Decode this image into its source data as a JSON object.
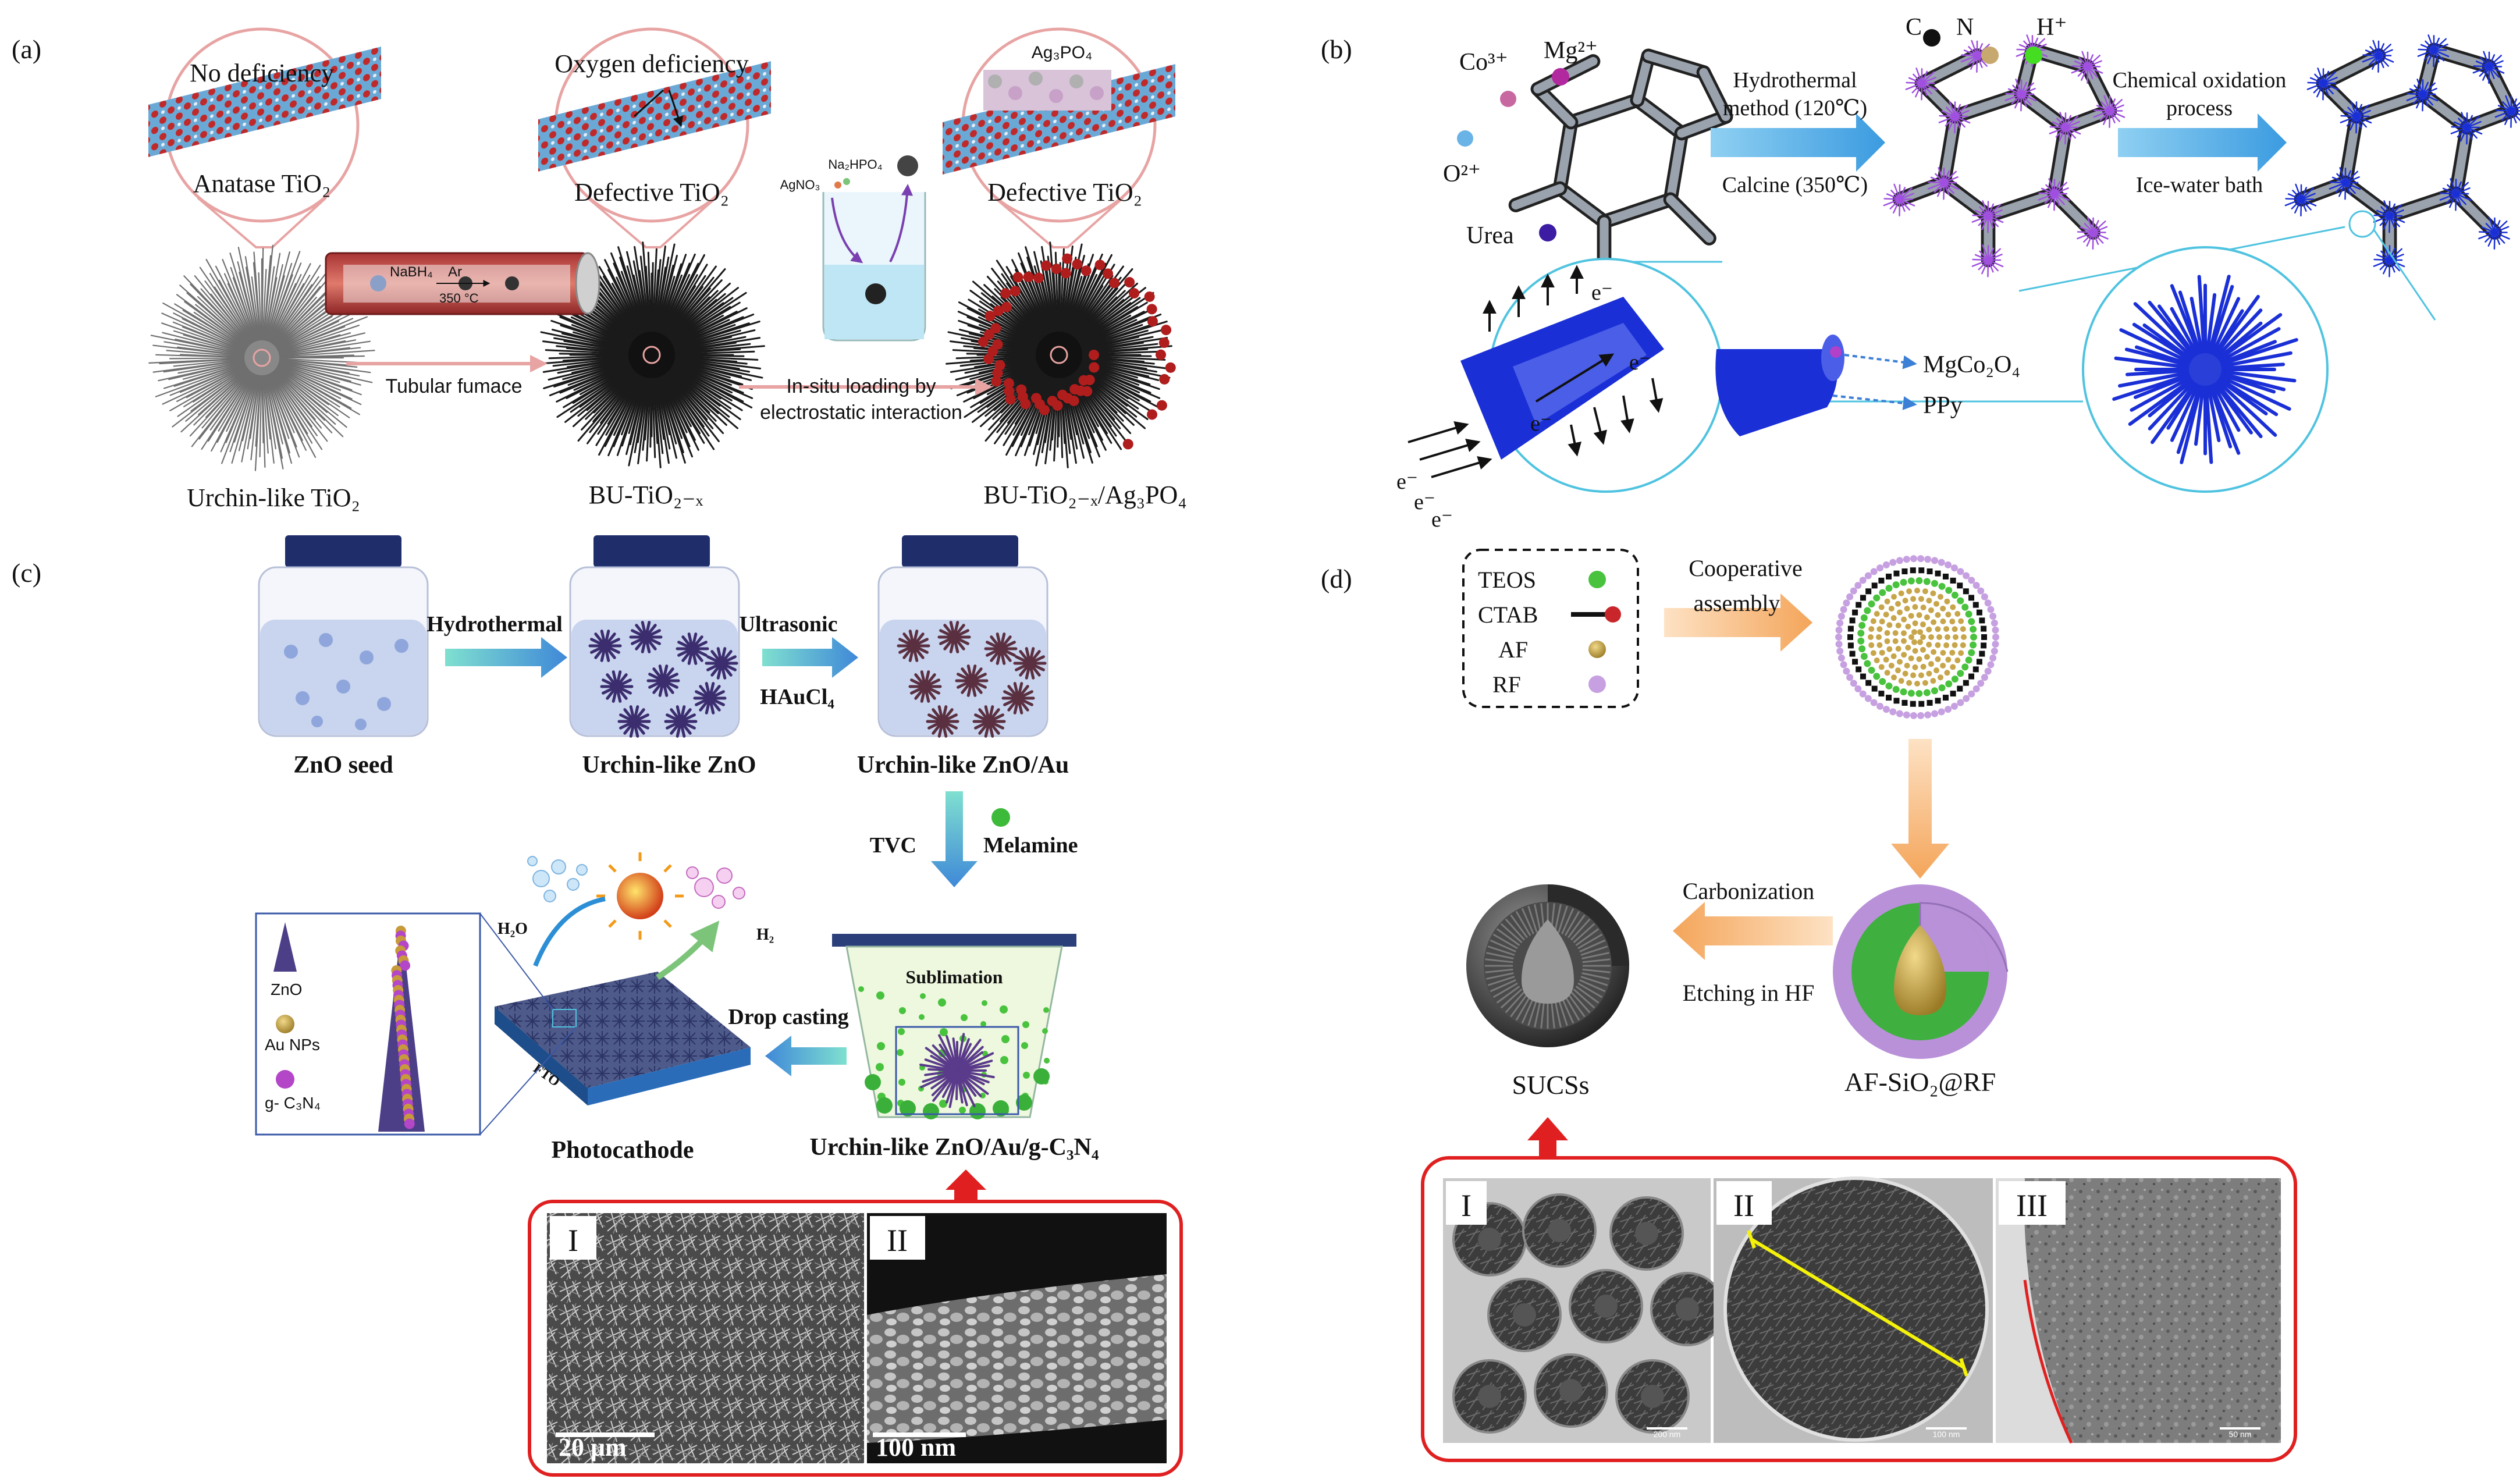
{
  "panels": {
    "a": {
      "label": "(a)",
      "bubble1_title": "No deficiency",
      "bubble1_sub": "Anatase TiO₂",
      "bubble2_title": "Oxygen deficiency",
      "bubble2_sub": "Defective TiO₂",
      "bubble3_title": "Ag₃PO₄",
      "bubble3_sub": "Defective TiO₂",
      "furnace_reagent": "NaBH₄",
      "furnace_gas": "Ar",
      "furnace_temp": "350 °C",
      "beaker_reagent1": "Na₂HPO₄",
      "beaker_reagent2": "AgNO₃",
      "step1": "Tubular fumace",
      "step2_line1": "In-situ loading by",
      "step2_line2": "electrostatic interaction",
      "product1": "Urchin-like TiO₂",
      "product2": "BU-TiO₂₋ₓ",
      "product3": "BU-TiO₂₋ₓ/Ag₃PO₄"
    },
    "b": {
      "label": "(b)",
      "ion_co": "Co³⁺",
      "ion_mg": "Mg²⁺",
      "ion_o": "O²⁺",
      "ion_urea": "Urea",
      "arrow1_top": "Hydrothermal",
      "arrow1_top2": "method (120℃)",
      "arrow1_bottom": "Calcine (350℃)",
      "elem_c": "C",
      "elem_n": "N",
      "elem_h": "H⁺",
      "arrow2_top": "Chemical oxidation",
      "arrow2_top2": "process",
      "arrow2_bottom": "Ice-water bath",
      "legend1": "MgCo₂O₄",
      "legend2": "PPy",
      "electron": "e⁻"
    },
    "c": {
      "label": "(c)",
      "jar1": "ZnO seed",
      "jar2": "Urchin-like ZnO",
      "jar3": "Urchin-like ZnO/Au",
      "arrow1": "Hydrothermal",
      "arrow2_top": "Ultrasonic",
      "arrow2_bottom": "HAuCl₄",
      "arrow3_left": "TVC",
      "arrow3_right": "Melamine",
      "sublimation": "Sublimation",
      "drop_casting": "Drop casting",
      "product": "Urchin-like ZnO/Au/g-C₃N₄",
      "photocathode": "Photocathode",
      "fto": "FTO",
      "h2o": "H₂O",
      "h2": "H₂",
      "legend_zno": "ZnO",
      "legend_au": "Au NPs",
      "legend_gcn": "g- C₃N₄",
      "sem1_label": "I",
      "sem1_scale": "20 μm",
      "sem2_label": "II",
      "sem2_scale": "100 nm"
    },
    "d": {
      "label": "(d)",
      "legend_teos": "TEOS",
      "legend_ctab": "CTAB",
      "legend_af": "AF",
      "legend_rf": "RF",
      "arrow1_line1": "Cooperative",
      "arrow1_line2": "assembly",
      "arrow2_top": "Carbonization",
      "arrow2_bottom": "Etching in HF",
      "product1": "AF-SiO₂@RF",
      "product2": "SUCSs",
      "tem1_label": "I",
      "tem2_label": "II",
      "tem3_label": "III",
      "tem1_scale": "200 nm",
      "tem2_scale": "100 nm",
      "tem3_scale": "50 nm"
    }
  },
  "colors": {
    "arrow_blue": "#5aa9e6",
    "arrow_orange": "#f6b36b",
    "box_red": "#e02020",
    "bubble_pink": "#e8a3a3",
    "cyan_line": "#4fc3e0",
    "ppy_blue": "#1a2fd6"
  }
}
